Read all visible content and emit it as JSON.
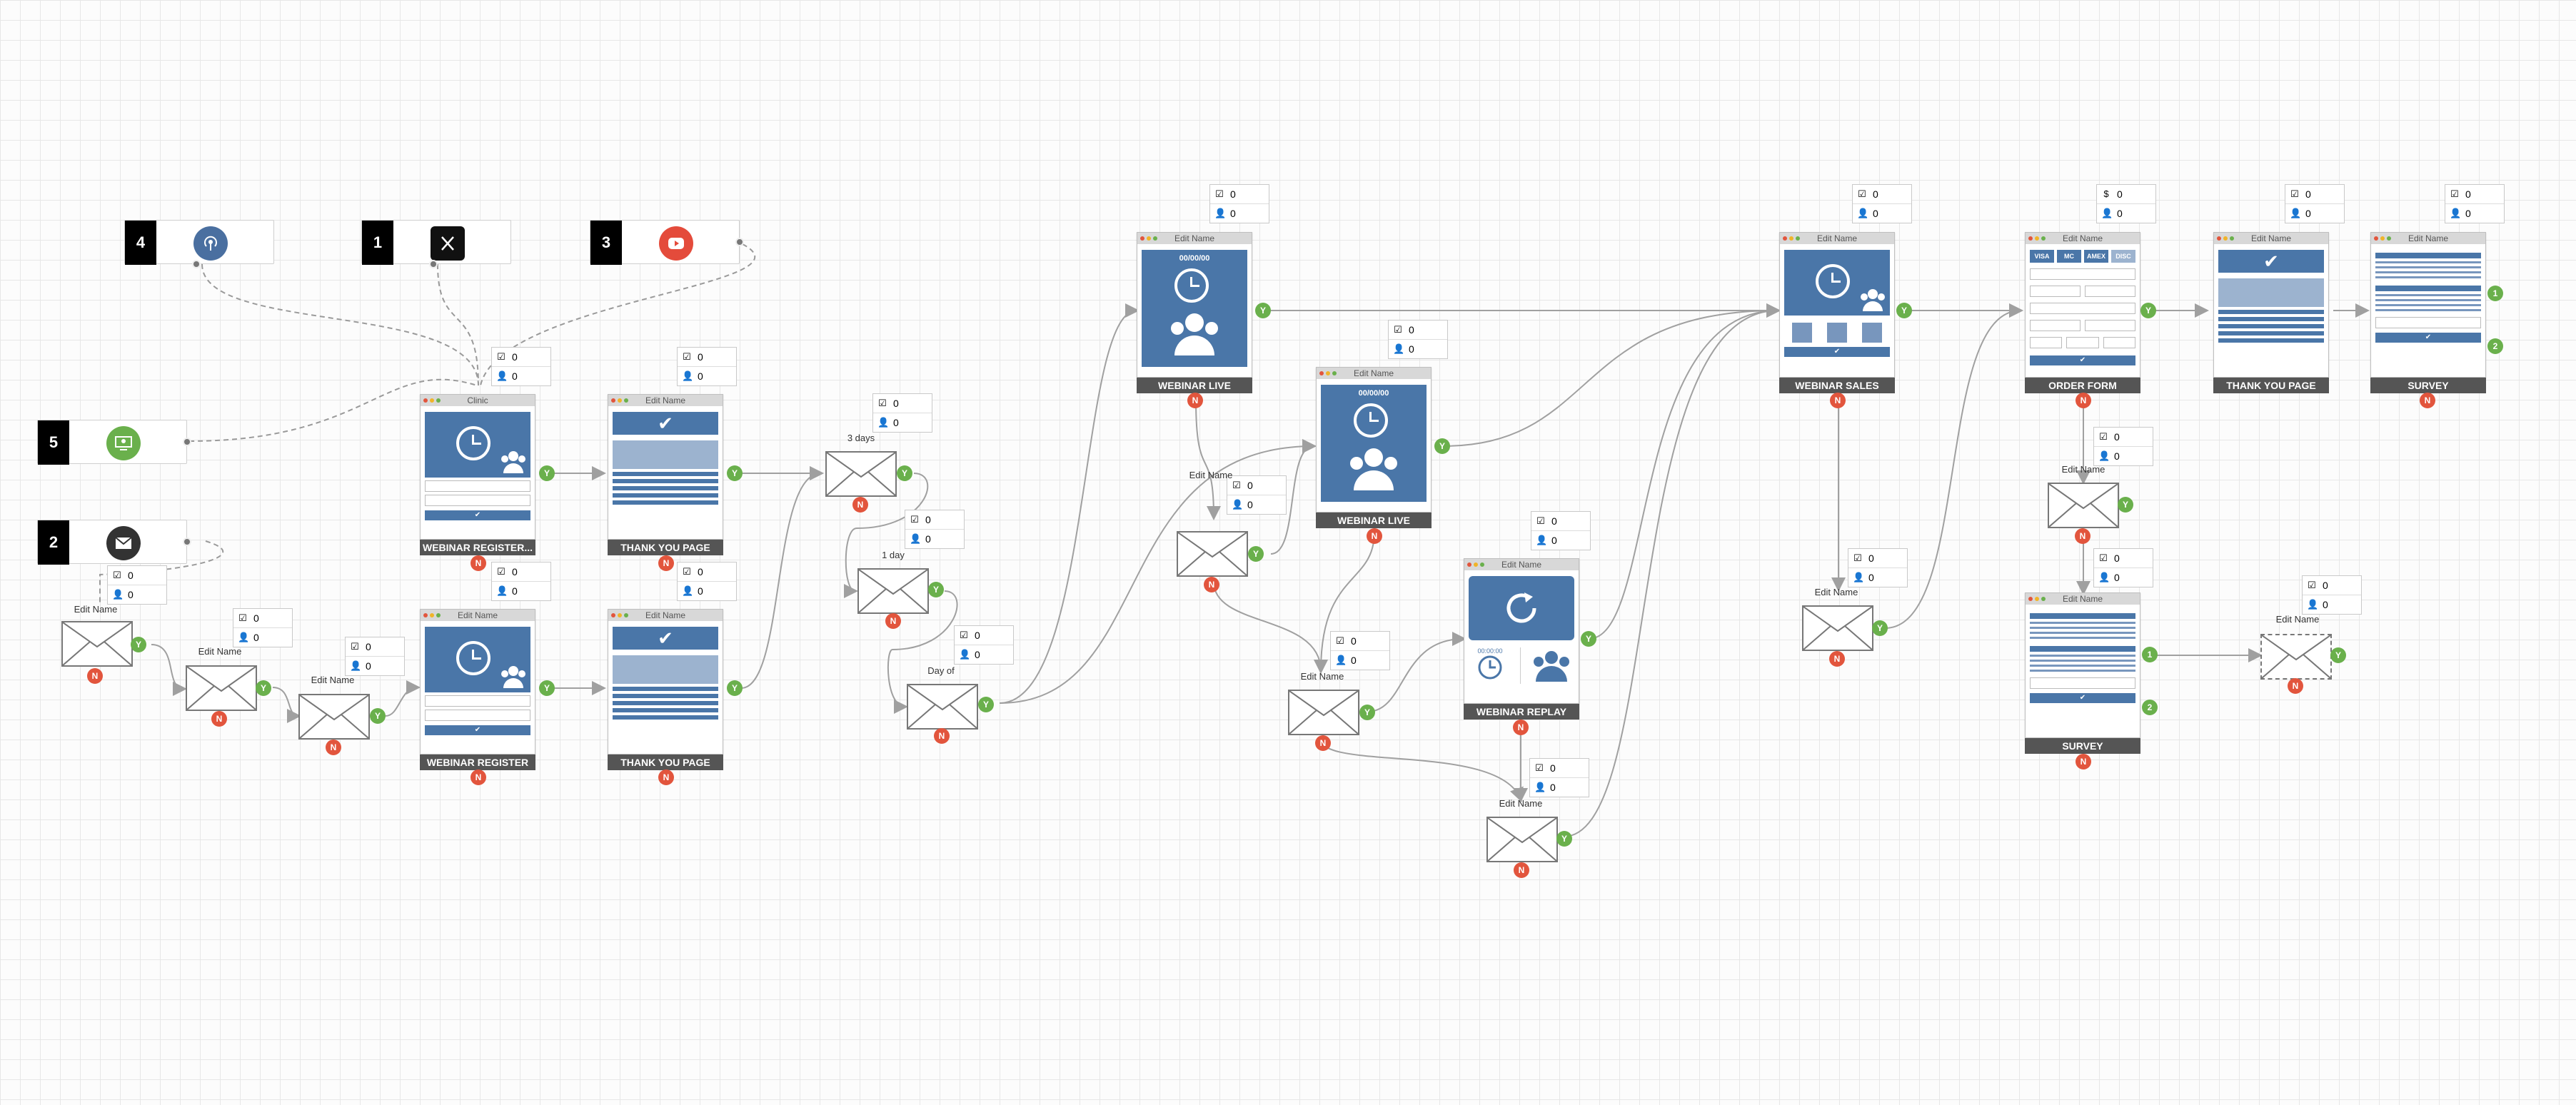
{
  "colors": {
    "accent": "#4a76a8",
    "yes": "#6ab04c",
    "no": "#e2553d",
    "label_bg": "#555555"
  },
  "sources": [
    {
      "num": "4",
      "icon": "podcast-icon",
      "color": "#4a6fa0"
    },
    {
      "num": "1",
      "icon": "x-twitter-icon",
      "color": "#111111"
    },
    {
      "num": "3",
      "icon": "youtube-icon",
      "color": "#e44b3b"
    },
    {
      "num": "5",
      "icon": "webinar-screen-icon",
      "color": "#6ab04c"
    },
    {
      "num": "2",
      "icon": "email-icon",
      "color": "#333333"
    }
  ],
  "zero": "0",
  "yes": "Y",
  "no": "N",
  "edit_name": "Edit Name",
  "money": "$",
  "pages": {
    "reg1": {
      "bar": "Clinic",
      "label": "WEBINAR REGISTER..."
    },
    "ty1": {
      "bar": "Edit Name",
      "label": "THANK YOU PAGE"
    },
    "reg2": {
      "bar": "Edit Name",
      "label": "WEBINAR REGISTER"
    },
    "ty2": {
      "bar": "Edit Name",
      "label": "THANK YOU PAGE"
    },
    "live1": {
      "bar": "Edit Name",
      "label": "WEBINAR LIVE",
      "timer": "00/00/00"
    },
    "live2": {
      "bar": "Edit Name",
      "label": "WEBINAR LIVE",
      "timer": "00/00/00"
    },
    "replay": {
      "bar": "Edit Name",
      "label": "WEBINAR REPLAY",
      "timer": "00:00:00"
    },
    "sales": {
      "bar": "Edit Name",
      "label": "WEBINAR SALES"
    },
    "order": {
      "bar": "Edit Name",
      "label": "ORDER FORM",
      "cards": [
        "VISA",
        "MC",
        "AMEX",
        "DISC"
      ]
    },
    "ty3": {
      "bar": "Edit Name",
      "label": "THANK YOU PAGE"
    },
    "survey1": {
      "bar": "Edit Name",
      "label": "SURVEY"
    },
    "survey2": {
      "bar": "Edit Name",
      "label": "SURVEY"
    }
  },
  "email_labels": {
    "d3": "3 days",
    "d1": "1 day",
    "dof": "Day of"
  },
  "survey_outputs": [
    "1",
    "2"
  ]
}
